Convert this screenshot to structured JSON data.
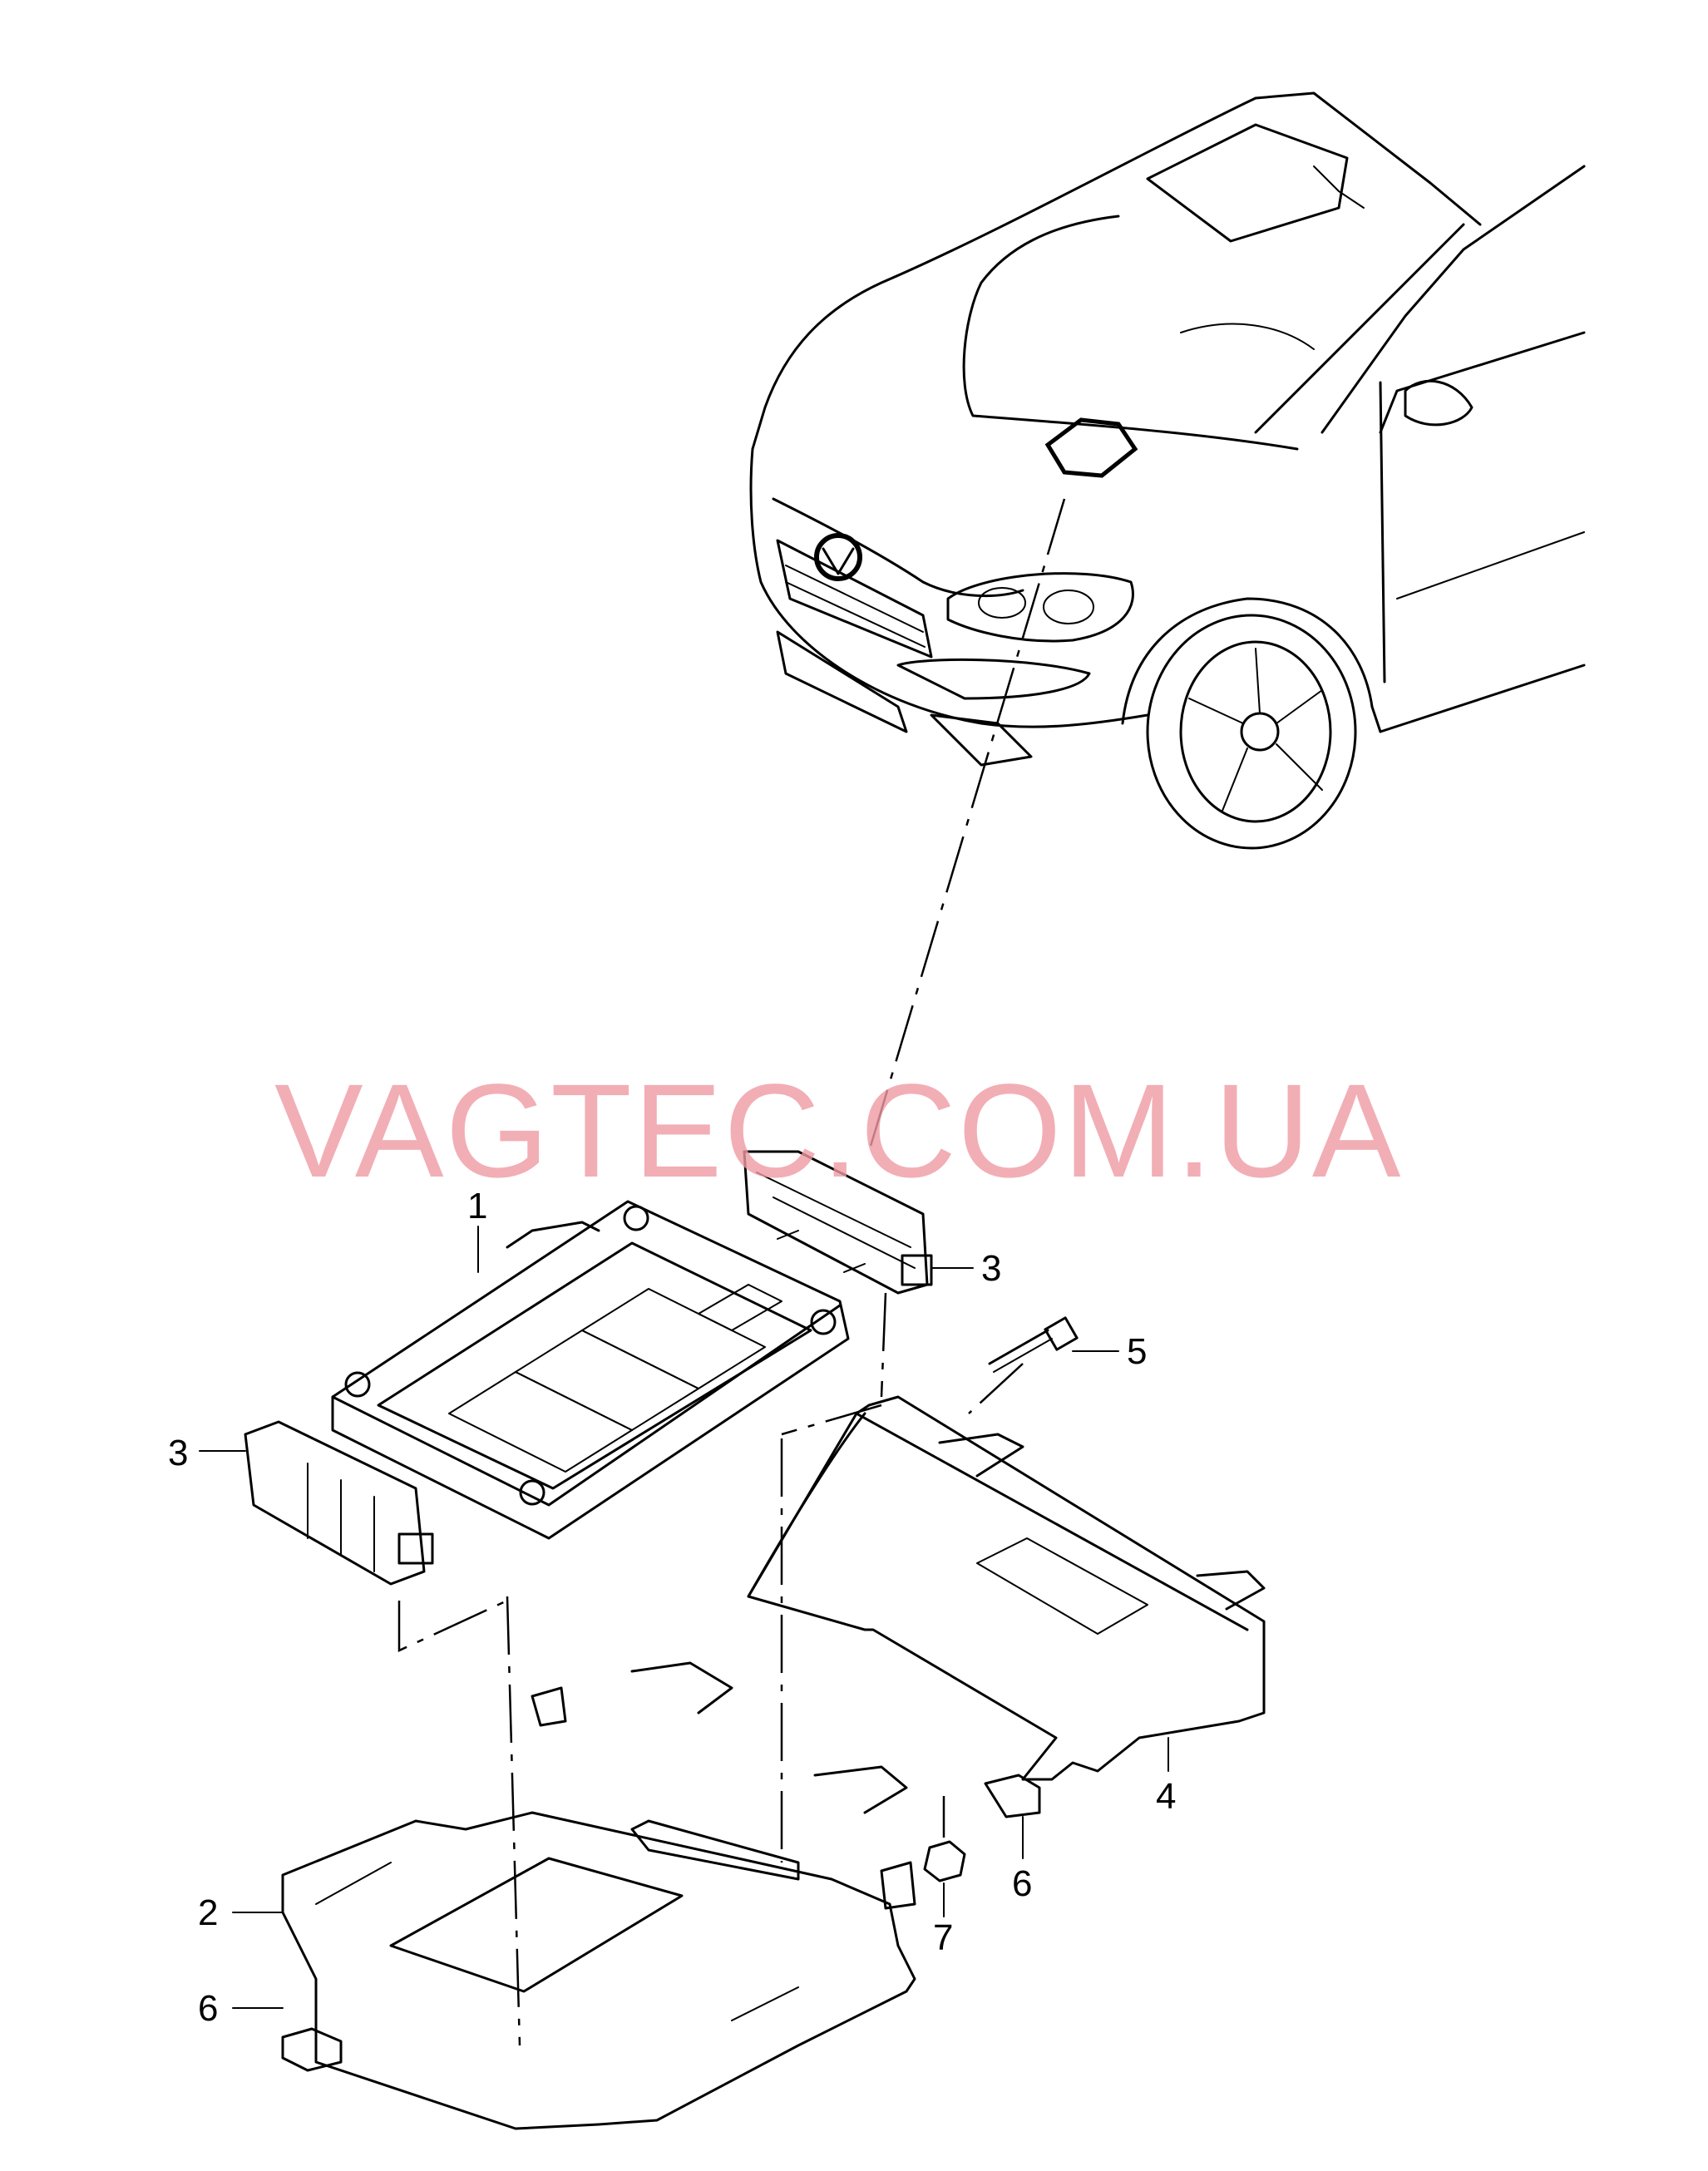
{
  "diagram": {
    "watermark": "VAGTEC.COM.UA",
    "callouts": [
      {
        "id": "c1",
        "label": "1"
      },
      {
        "id": "c2",
        "label": "2"
      },
      {
        "id": "c3a",
        "label": "3"
      },
      {
        "id": "c3b",
        "label": "3"
      },
      {
        "id": "c4",
        "label": "4"
      },
      {
        "id": "c5",
        "label": "5"
      },
      {
        "id": "c6a",
        "label": "6"
      },
      {
        "id": "c6b",
        "label": "6"
      },
      {
        "id": "c7",
        "label": "7"
      }
    ]
  }
}
